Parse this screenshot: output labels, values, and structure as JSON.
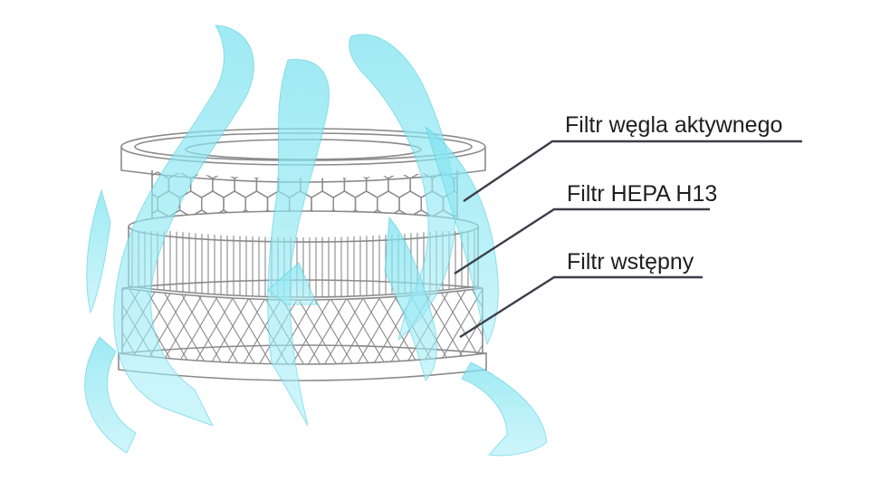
{
  "labels": {
    "carbon": "Filtr węgla aktywnego",
    "hepa": "Filtr HEPA H13",
    "prefilter": "Filtr wstępny"
  },
  "colors": {
    "stroke": "#8a8a8a",
    "leader": "#3b3f4a",
    "airflow_fill": "#7fe3f0",
    "airflow_edge": "#4ecbe0",
    "text": "#1e1e1e"
  }
}
